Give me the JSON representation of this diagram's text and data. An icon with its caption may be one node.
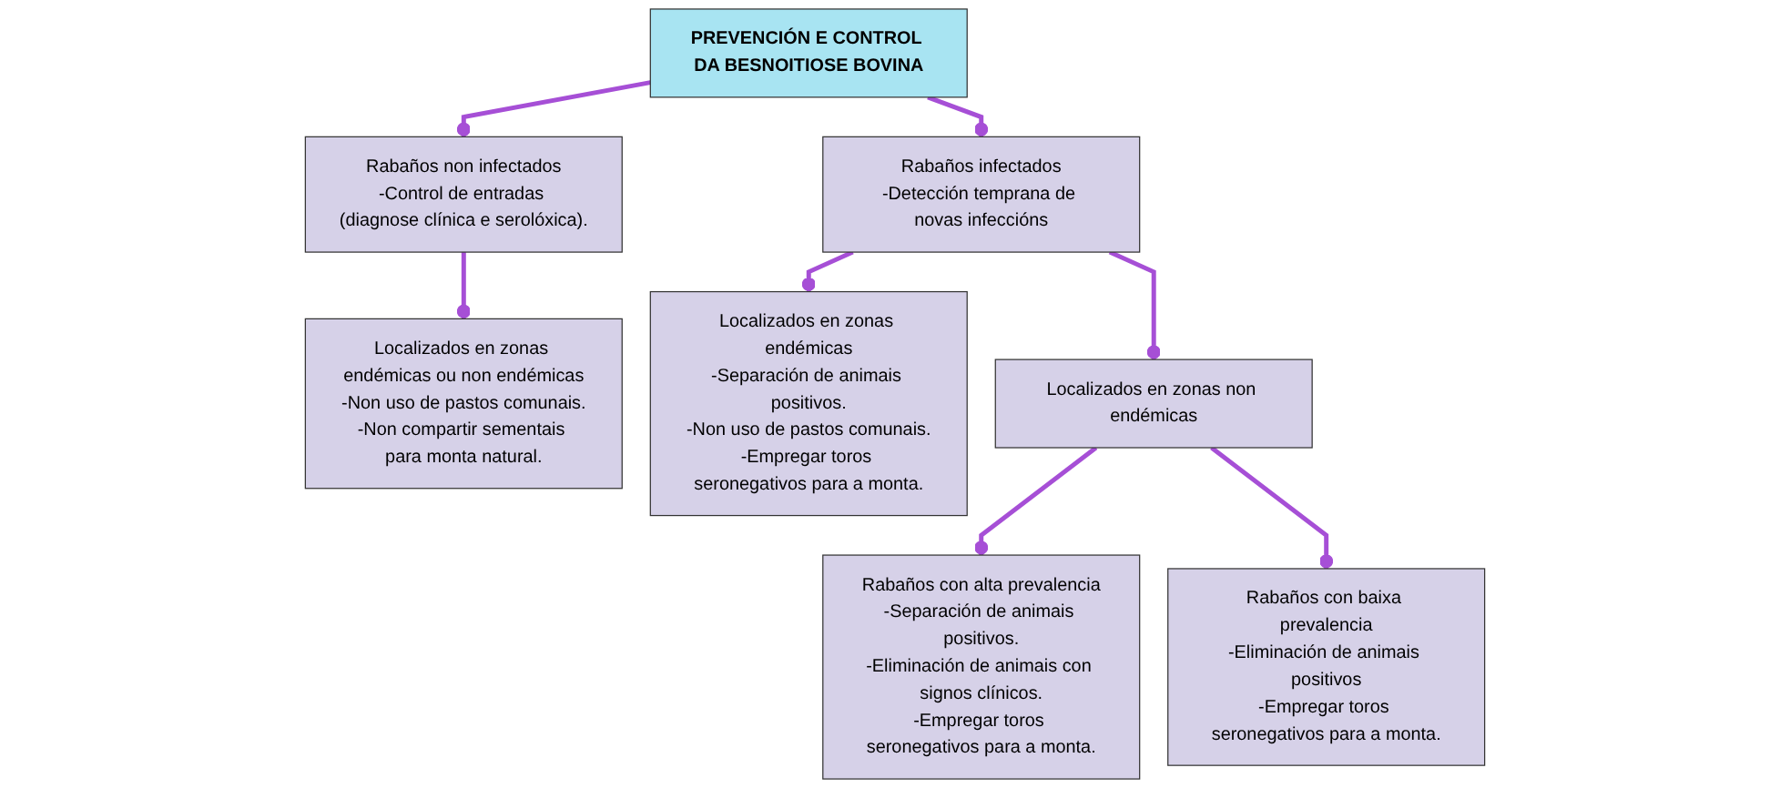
{
  "diagram": {
    "nodes": [
      {
        "text": [
          "PREVENCIÓN E CONTROL DA BESNOITIOSE BOVINA"
        ]
      },
      {
        "text": [
          "Rabaños non infectados",
          "-Control de entradas (diagnose clínica e serolóxica)."
        ]
      },
      {
        "text": [
          "Rabaños infectados",
          "-Detección temprana de novas infeccións"
        ]
      },
      {
        "text": [
          "Localizados en zonas endémicas ou non endémicas",
          "-Non uso de pastos comunais.",
          "-Non compartir sementais para monta natural."
        ]
      },
      {
        "text": [
          "Localizados en zonas endémicas",
          "-Separación de animais positivos.",
          "-Non uso de pastos comunais.",
          "-Empregar toros seronegativos para a monta."
        ]
      },
      {
        "text": [
          "Localizados en zonas non endémicas"
        ]
      },
      {
        "text": [
          "Rabaños con alta prevalencia",
          "-Separación de animais positivos.",
          "-Eliminación de animais con signos clínicos.",
          "-Empregar toros seronegativos para a monta."
        ]
      },
      {
        "text": [
          "Rabaños con baixa prevalencia",
          "-Eliminación de animais positivos",
          "-Empregar toros seronegativos para a monta."
        ]
      }
    ],
    "edges": [
      {
        "from": 0,
        "to": 1,
        "arrow": "other"
      },
      {
        "from": 0,
        "to": 2,
        "arrow": "other"
      },
      {
        "from": 1,
        "to": 3,
        "arrow": "other"
      },
      {
        "from": 2,
        "to": 4,
        "arrow": "other"
      },
      {
        "from": 2,
        "to": 5,
        "arrow": "other"
      },
      {
        "from": 5,
        "to": 6,
        "arrow": "other"
      },
      {
        "from": 5,
        "to": 7,
        "arrow": "other"
      }
    ]
  }
}
